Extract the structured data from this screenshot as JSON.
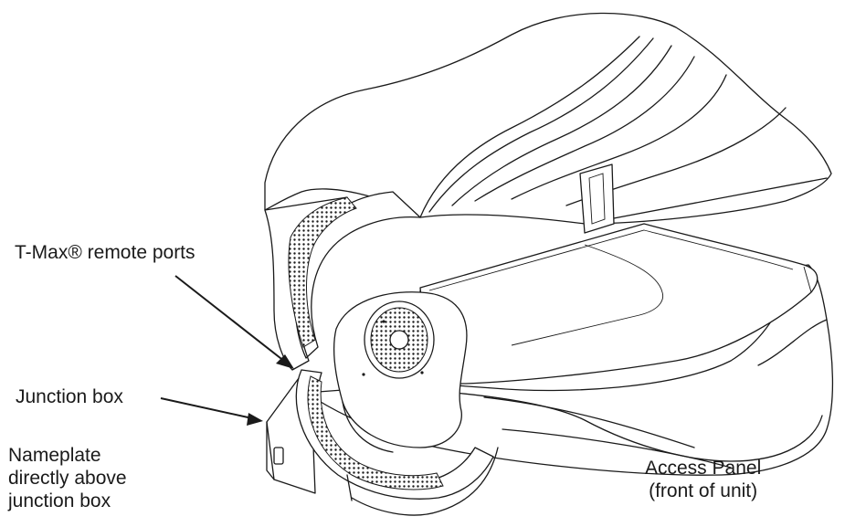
{
  "labels": {
    "remote_ports": "T-Max® remote ports",
    "junction_box": "Junction box",
    "nameplate": [
      "Nameplate",
      "directly above",
      "junction box"
    ],
    "access_panel": [
      "Access Panel",
      "(front of unit)"
    ]
  }
}
